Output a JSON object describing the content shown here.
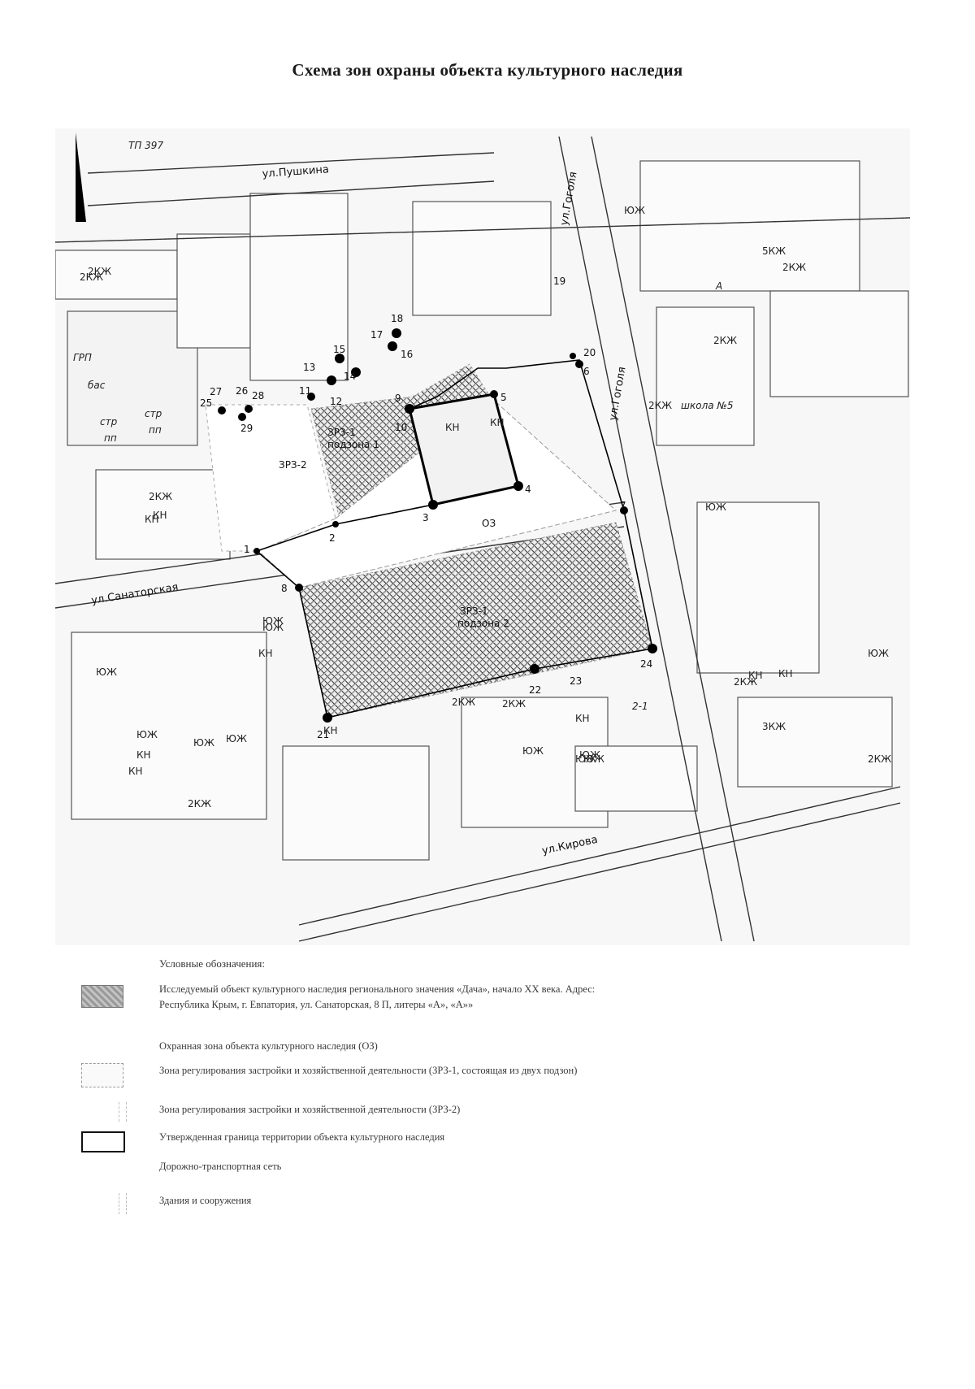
{
  "title": "Схема зон охраны объекта культурного наследия",
  "map": {
    "streets": {
      "pushkina": "ул.Пушкина",
      "gogolya_top": "ул.Гоголя",
      "gogolya_mid": "ул.Гоголя",
      "sanatorskaya": "ул.Санаторская",
      "kirova": "ул.Кирова"
    },
    "zones": {
      "zrz1_sub1": "ЗРЗ-1",
      "zrz1_sub1_caption": "подзона 1",
      "zrz1_sub2": "ЗРЗ-1",
      "zrz1_sub2_caption": "подзона 2",
      "zrz2": "ЗРЗ-2",
      "oz": "ОЗ"
    },
    "point_numbers": [
      "1",
      "2",
      "3",
      "4",
      "5",
      "6",
      "7",
      "8",
      "9",
      "10",
      "11",
      "12",
      "13",
      "14",
      "15",
      "16",
      "17",
      "18",
      "19",
      "20",
      "21",
      "22",
      "23",
      "24",
      "25",
      "26",
      "27",
      "28",
      "29"
    ],
    "building_labels": {
      "a1": "2КЖ",
      "a2": "КН",
      "a3": "2КЖ",
      "a4": "2КЖ",
      "a5": "3КЖ",
      "a6": "2КЖ",
      "a7": "ЮЖ",
      "a8": "КН",
      "b1": "2КЖ",
      "b2": "ЮЖ",
      "b3": "ЮЖ",
      "b4": "КН",
      "b5": "КН",
      "b6": "ЮЖ",
      "b7": "2КЖ",
      "b8": "ЮЖ",
      "c1": "5КЖ",
      "c2": "2КЖ",
      "c3": "2КЖ",
      "c4": "ЮЖ",
      "c5": "ЮЖ",
      "c6": "КН",
      "c7": "ЮЖ",
      "c8": "КН",
      "d1": "ЮЖ",
      "d2": "КН",
      "d3": "ЮЖ",
      "d4": "2КЖ",
      "d5": "ЮЖ",
      "d6": "ЮЖ",
      "d7": "2КЖ",
      "d8": "ЮЖ",
      "e1": "КН",
      "e2": "КН",
      "e3": "ЮЖ",
      "e4": "КН",
      "e5": "2КЖ",
      "e6": "КН"
    },
    "misc_labels": {
      "grp": "ГРП",
      "bas": "бас",
      "str1": "стр",
      "pp1": "пп",
      "str2": "стр",
      "pp2": "пп",
      "tp": "ТП 397",
      "school": "школа №5",
      "a_letter": "А",
      "d_label": "2-1"
    }
  },
  "legend": {
    "heading": "Условные обозначения:",
    "items": [
      {
        "text": "Исследуемый объект культурного наследия регионального значения «Дача», начало XX века. Адрес: Республика Крым, г. Евпатория, ул. Санаторская, 8 П, литеры «А», «А»»"
      },
      {
        "text": "Охранная зона объекта культурного наследия (ОЗ)"
      },
      {
        "text": "Зона регулирования застройки и хозяйственной деятельности (ЗРЗ-1, состоящая из двух подзон)"
      },
      {
        "text": "Зона регулирования застройки и хозяйственной деятельности (ЗРЗ-2)"
      },
      {
        "text": "Утвержденная граница территории объекта культурного наследия"
      },
      {
        "text": "Дорожно-транспортная сеть"
      },
      {
        "text": "Здания и сооружения"
      }
    ]
  }
}
